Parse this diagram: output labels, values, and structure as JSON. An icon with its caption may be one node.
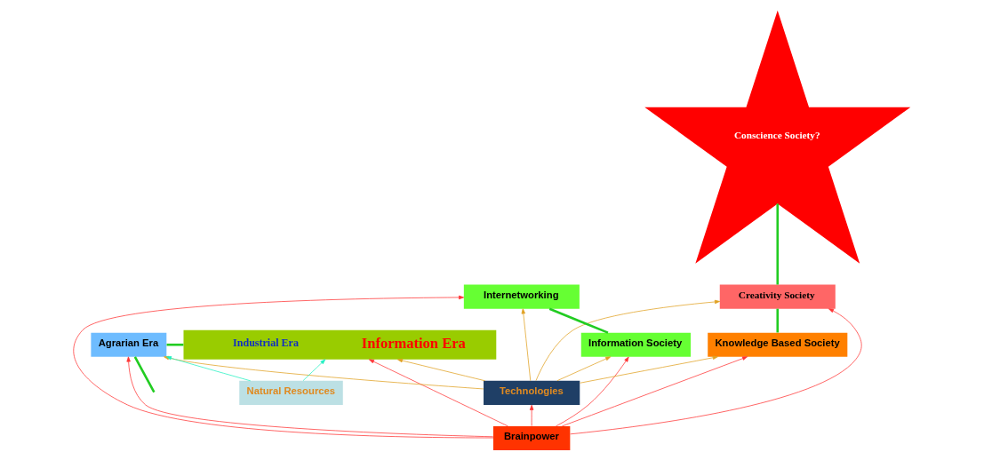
{
  "diagram": {
    "nodes": [
      {
        "text": [
          "Conscience Society?"
        ]
      },
      {
        "text": [
          "Brainpower"
        ]
      },
      {
        "text": [
          "Creativity Society"
        ]
      },
      {
        "text": [
          "Technologies"
        ]
      },
      {
        "text": [
          "Knowledge Based Society"
        ]
      },
      {
        "text": [
          "Internetworking"
        ]
      },
      {
        "text": [
          "Natural Resources"
        ]
      },
      {
        "text": [
          "Information Society"
        ]
      },
      {
        "text": [
          "Industrial Era",
          "Information Era"
        ]
      },
      {
        "text": [
          "Agrarian Era"
        ]
      }
    ],
    "edges": [
      {
        "from": 1,
        "to": 3,
        "arrow": "to"
      },
      {
        "from": 1,
        "to": 2,
        "arrow": "to"
      },
      {
        "from": 1,
        "to": 4,
        "arrow": "to"
      },
      {
        "from": 1,
        "to": 5,
        "arrow": "to"
      },
      {
        "from": 1,
        "to": 7,
        "arrow": "to"
      },
      {
        "from": 1,
        "to": 8,
        "arrow": "to"
      },
      {
        "from": 1,
        "to": 9,
        "arrow": "to"
      },
      {
        "from": 3,
        "to": 2,
        "arrow": "to",
        "color": "#e0a020"
      },
      {
        "from": 3,
        "to": 4,
        "arrow": "to",
        "color": "#e0a020"
      },
      {
        "from": 3,
        "to": 5,
        "arrow": "to",
        "color": "#e0a020"
      },
      {
        "from": 3,
        "to": 7,
        "arrow": "to",
        "color": "#e0a020"
      },
      {
        "from": 3,
        "to": 9,
        "arrow": "to",
        "color": "#e0a020"
      },
      {
        "from": 3,
        "to": 8,
        "arrow": "to",
        "color": "#e0a020"
      },
      {
        "from": 6,
        "to": 9,
        "arrow": "to",
        "color": "#20f0c0"
      },
      {
        "from": 6,
        "to": 8,
        "arrow": "to",
        "color": "#20f0c0"
      },
      {
        "from": null,
        "to": 9,
        "arrow": "none",
        "style": "thick",
        "color": "#22cc22"
      },
      {
        "from": 9,
        "to": 8,
        "arrow": "none",
        "style": "thick",
        "color": "#22cc22"
      },
      {
        "from": 7,
        "to": 5,
        "arrow": "none",
        "style": "thick",
        "color": "#22cc22"
      },
      {
        "from": 4,
        "to": 2,
        "arrow": "none",
        "style": "thick",
        "color": "#22cc22"
      },
      {
        "from": 2,
        "to": 0,
        "arrow": "none",
        "style": "thick",
        "color": "#22cc22"
      }
    ]
  }
}
